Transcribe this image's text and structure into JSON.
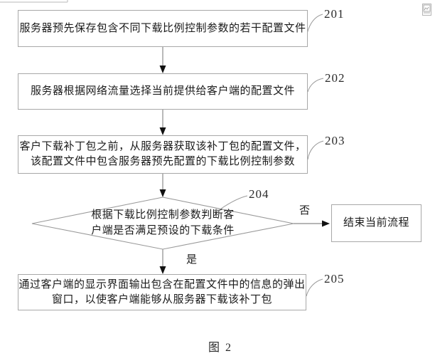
{
  "figure": {
    "caption": "图 2"
  },
  "nodes": {
    "step201": {
      "text": "服务器预先保存包含不同下载比例控制参数的若干配置文件",
      "ref": "201"
    },
    "step202": {
      "text": "服务器根据网络流量选择当前提供给客户端的配置文件",
      "ref": "202"
    },
    "step203": {
      "text": "客户下载补丁包之前，从服务器获取该补丁包的配置文件，\n该配置文件中包含服务器预先配置的下载比例控制参数",
      "ref": "203"
    },
    "decision204": {
      "text": "根据下载比例控制参数判断客\n户端是否满足预设的下载条件",
      "ref": "204"
    },
    "end_flow": {
      "text": "结束当前流程"
    },
    "step205": {
      "text": "通过客户端的显示界面输出包含在配置文件中的信息的弹出\n窗口，以使客户端能够从服务器下载该补丁包",
      "ref": "205"
    }
  },
  "branches": {
    "no": "否",
    "yes": "是"
  },
  "colors": {
    "box_border": "#a8a8a8",
    "connector_line": "#8a8a8a",
    "arrowhead": "#111111",
    "leader_line": "#9a9a9a",
    "text": "#1b1b1b"
  },
  "icons": {
    "broken_image": "broken-image-placeholder"
  }
}
